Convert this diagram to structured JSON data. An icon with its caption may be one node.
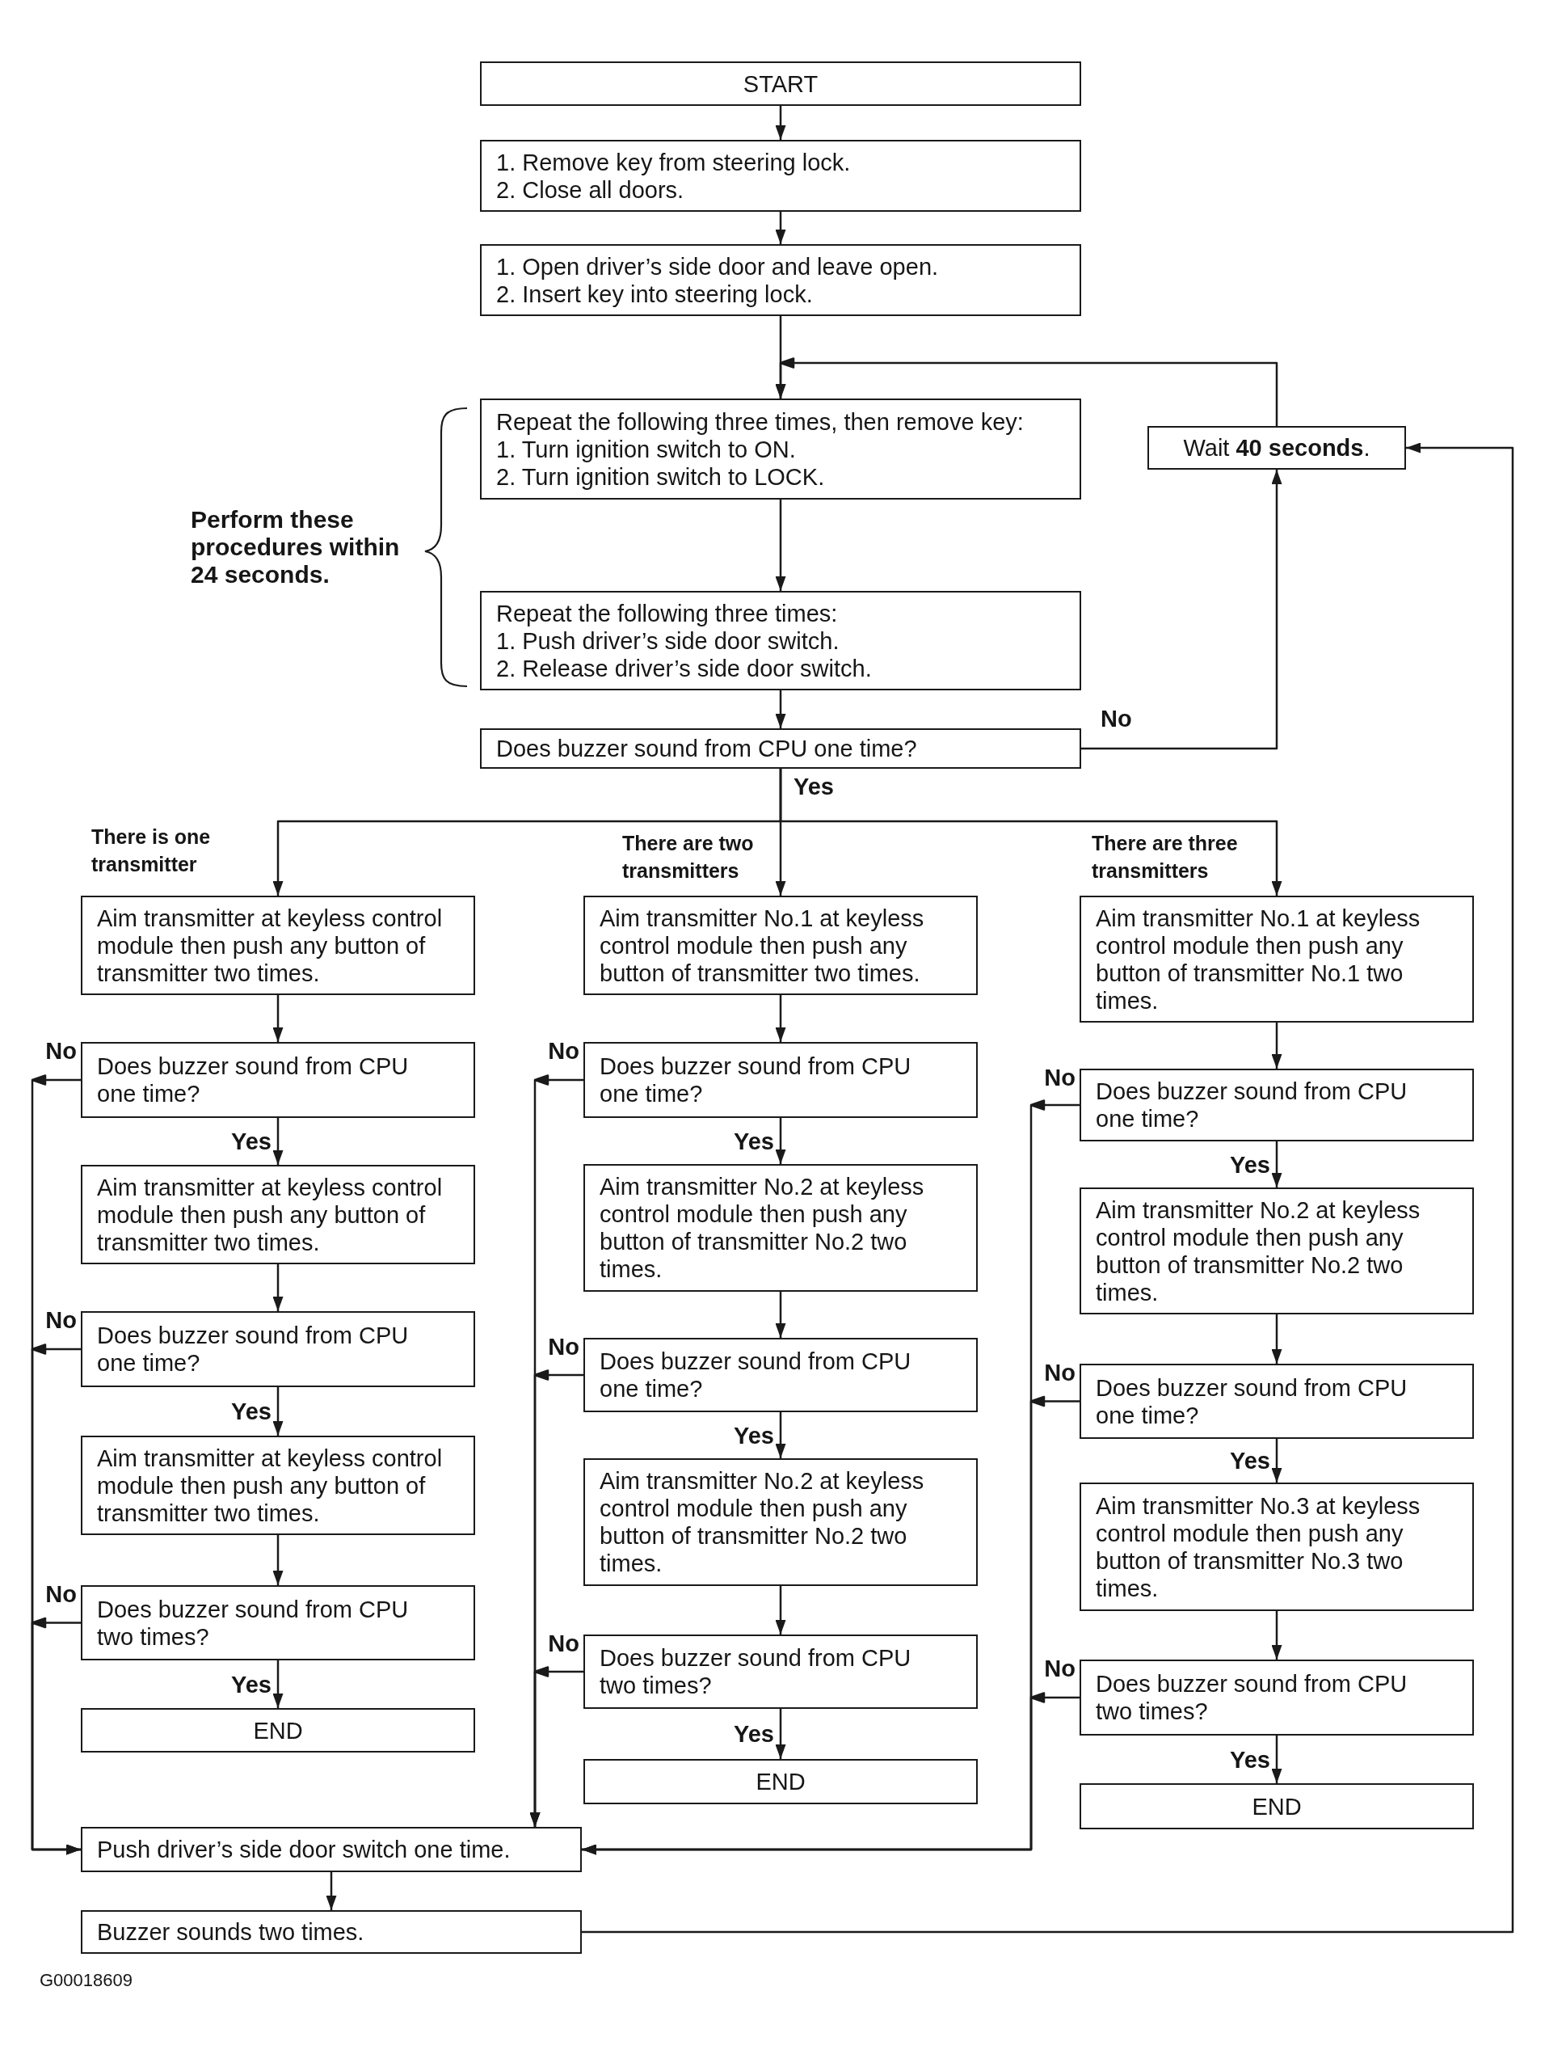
{
  "diagram": {
    "nodes": [
      {
        "text": [
          "START"
        ]
      },
      {
        "text": [
          "1. Remove key from steering lock.",
          "2. Close all doors."
        ]
      },
      {
        "text": [
          "1. Open driver’s side door and leave open.",
          "2. Insert key into steering lock."
        ]
      },
      {
        "text": [
          "Repeat the following three times, then remove key:",
          "1. Turn ignition switch to ON.",
          "2. Turn ignition switch to LOCK."
        ]
      },
      {
        "text": [
          "Wait **40 seconds**."
        ]
      },
      {
        "text": [
          "Repeat the following three times:",
          "1. Push driver’s side door switch.",
          "2. Release driver’s side door switch."
        ]
      },
      {
        "text": [
          "Does buzzer sound from CPU one time?"
        ]
      },
      {
        "text": [
          "Aim transmitter at keyless control module then push any button of transmitter two times."
        ]
      },
      {
        "text": [
          "Does buzzer sound from CPU one time?"
        ]
      },
      {
        "text": [
          "Aim transmitter at keyless control module then push any button of transmitter two times."
        ]
      },
      {
        "text": [
          "Does buzzer sound from CPU one time?"
        ]
      },
      {
        "text": [
          "Aim transmitter at keyless control module then push any button of transmitter two times."
        ]
      },
      {
        "text": [
          "Does buzzer sound from CPU two times?"
        ]
      },
      {
        "text": [
          "END"
        ]
      },
      {
        "text": [
          "Aim transmitter No.1 at keyless control module then push any button of transmitter two times."
        ]
      },
      {
        "text": [
          "Does buzzer sound from CPU one time?"
        ]
      },
      {
        "text": [
          "Aim transmitter No.2 at keyless control module then push any button of transmitter No.2 two times."
        ]
      },
      {
        "text": [
          "Does buzzer sound from CPU one time?"
        ]
      },
      {
        "text": [
          "Aim transmitter No.2 at keyless control module then push any button of transmitter No.2 two times."
        ]
      },
      {
        "text": [
          "Does buzzer sound from CPU two times?"
        ]
      },
      {
        "text": [
          "END"
        ]
      },
      {
        "text": [
          "Aim transmitter No.1 at keyless control module then push any button of transmitter No.1 two times."
        ]
      },
      {
        "text": [
          "Does buzzer sound from CPU one time?"
        ]
      },
      {
        "text": [
          "Aim transmitter No.2 at keyless control module then push any button of transmitter No.2 two times."
        ]
      },
      {
        "text": [
          "Does buzzer sound from CPU one time?"
        ]
      },
      {
        "text": [
          "Aim transmitter No.3 at keyless control module then push any button of transmitter No.3 two times."
        ]
      },
      {
        "text": [
          "Does buzzer sound from CPU two times?"
        ]
      },
      {
        "text": [
          "END"
        ]
      },
      {
        "text": [
          "Push driver’s side door switch one time."
        ]
      },
      {
        "text": [
          "Buzzer sounds two times."
        ]
      }
    ],
    "edges": [
      {
        "from": 0,
        "to": 1,
        "arrow": "to"
      },
      {
        "from": 1,
        "to": 2,
        "arrow": "to"
      },
      {
        "from": 2,
        "to": 3,
        "arrow": "to"
      },
      {
        "from": 3,
        "to": 5,
        "arrow": "to"
      },
      {
        "from": 5,
        "to": 6,
        "arrow": "to"
      },
      {
        "from": 6,
        "to": 4,
        "arrow": "to",
        "label": "No"
      },
      {
        "from": 4,
        "to": 3,
        "arrow": "to"
      },
      {
        "from": 6,
        "to": 7,
        "arrow": "to",
        "label": "There is one transmitter"
      },
      {
        "from": 6,
        "to": 14,
        "arrow": "to",
        "label": "There are two transmitters"
      },
      {
        "from": 6,
        "to": 21,
        "arrow": "to",
        "label": "There are three transmitters"
      },
      {
        "from": 7,
        "to": 8,
        "arrow": "to"
      },
      {
        "from": 8,
        "to": 9,
        "arrow": "to",
        "label": "Yes"
      },
      {
        "from": 9,
        "to": 10,
        "arrow": "to"
      },
      {
        "from": 10,
        "to": 11,
        "arrow": "to",
        "label": "Yes"
      },
      {
        "from": 11,
        "to": 12,
        "arrow": "to"
      },
      {
        "from": 12,
        "to": 13,
        "arrow": "to",
        "label": "Yes"
      },
      {
        "from": 8,
        "to": 28,
        "arrow": "to",
        "label": "No"
      },
      {
        "from": 10,
        "to": 28,
        "arrow": "to",
        "label": "No"
      },
      {
        "from": 12,
        "to": 28,
        "arrow": "to",
        "label": "No"
      },
      {
        "from": 14,
        "to": 15,
        "arrow": "to"
      },
      {
        "from": 15,
        "to": 16,
        "arrow": "to",
        "label": "Yes"
      },
      {
        "from": 16,
        "to": 17,
        "arrow": "to"
      },
      {
        "from": 17,
        "to": 18,
        "arrow": "to",
        "label": "Yes"
      },
      {
        "from": 18,
        "to": 19,
        "arrow": "to"
      },
      {
        "from": 19,
        "to": 20,
        "arrow": "to",
        "label": "Yes"
      },
      {
        "from": 15,
        "to": 28,
        "arrow": "to",
        "label": "No"
      },
      {
        "from": 17,
        "to": 28,
        "arrow": "to",
        "label": "No"
      },
      {
        "from": 19,
        "to": 28,
        "arrow": "to",
        "label": "No"
      },
      {
        "from": 21,
        "to": 22,
        "arrow": "to"
      },
      {
        "from": 22,
        "to": 23,
        "arrow": "to",
        "label": "Yes"
      },
      {
        "from": 23,
        "to": 24,
        "arrow": "to"
      },
      {
        "from": 24,
        "to": 25,
        "arrow": "to",
        "label": "Yes"
      },
      {
        "from": 25,
        "to": 26,
        "arrow": "to"
      },
      {
        "from": 26,
        "to": 27,
        "arrow": "to",
        "label": "Yes"
      },
      {
        "from": 22,
        "to": 28,
        "arrow": "to",
        "label": "No"
      },
      {
        "from": 24,
        "to": 28,
        "arrow": "to",
        "label": "No"
      },
      {
        "from": 26,
        "to": 28,
        "arrow": "to",
        "label": "No"
      },
      {
        "from": 28,
        "to": 29,
        "arrow": "to"
      },
      {
        "from": 29,
        "to": 4,
        "arrow": "to"
      }
    ],
    "labels": [
      "Perform these procedures within 24 seconds.",
      "Yes",
      "G00018609"
    ]
  }
}
